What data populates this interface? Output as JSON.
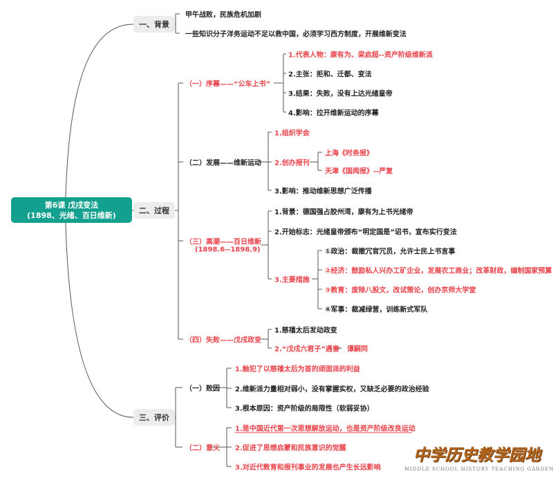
{
  "root": {
    "line1": "第6课 戊戌变法",
    "line2": "(1898、光绪、百日维新)"
  },
  "bg": {
    "label": "一、背景",
    "items": [
      "甲午战败，民族危机加剧",
      "一些知识分子洋务运动不足以救中国，必须学习西方制度，开展维新变法"
    ]
  },
  "process": {
    "label": "二、过程",
    "prelude": {
      "label": "（一）序幕——“公车上书”",
      "items": [
        "1.代表人物：康有为、梁启超--资产阶级维新派",
        "2.主张：拒和、迁都、变法",
        "3.结果：失败，没有上达光绪皇帝",
        "4.影响：拉开维新运动的序幕"
      ]
    },
    "develop": {
      "label": "（二）发展——维新运动",
      "items": [
        "1.组织学会",
        "2.创办报刊",
        "3.影响：推动维新思想广泛传播"
      ],
      "papers": [
        "上海《时务报》",
        "天津《国闻报》--严复"
      ]
    },
    "climax": {
      "label": "（三）高潮——百日维新",
      "dates": "(1898.6--1898.9)",
      "items": [
        "1.背景：德国强占胶州湾，康有为上书光绪帝",
        "2.开始标志：光绪皇帝颁布“明定国是”诏书，宣布实行变法",
        "3.主要措施"
      ],
      "measures": [
        "①政治：裁撤冗官冗员，允许士民上书言事",
        "②经济：鼓励私人兴办工矿企业，发展农工商业；改革财政，编制国家预算",
        "③教育：废除八股文，改试策论，创办京师大学堂",
        "④军事：裁减绿营，训练新式军队"
      ]
    },
    "failure": {
      "label": "（四）失败——戊戌政变",
      "items": [
        "1.慈禧太后发动政变",
        "2.“戊戌六君子”遇害"
      ],
      "martyr": "谭嗣同"
    }
  },
  "eval": {
    "label": "三、评价",
    "causes": {
      "label": "（一）败因",
      "items": [
        "1.触犯了以慈禧太后为首的顽固派的利益",
        "2.维新派力量相对弱小，没有掌握实权，又缺乏必要的政治经验",
        "3.根本原因：资产阶级的局限性（软弱妥协）"
      ]
    },
    "meaning": {
      "label": "（二）意义",
      "items": [
        "1.是中国近代第一次思想解放运动，也是资产阶级改良运动",
        "2.促进了思想启蒙和民族意识的觉醒",
        "3.对近代教育和报刊事业的发展也产生长远影响"
      ]
    }
  },
  "logo": {
    "title": "中学历史教学园地",
    "subtitle": "MIDDLE SCHOOL HISTORY TEACHING GARDEN"
  },
  "colors": {
    "accent": "#14a08f",
    "red": "#e8424a"
  }
}
